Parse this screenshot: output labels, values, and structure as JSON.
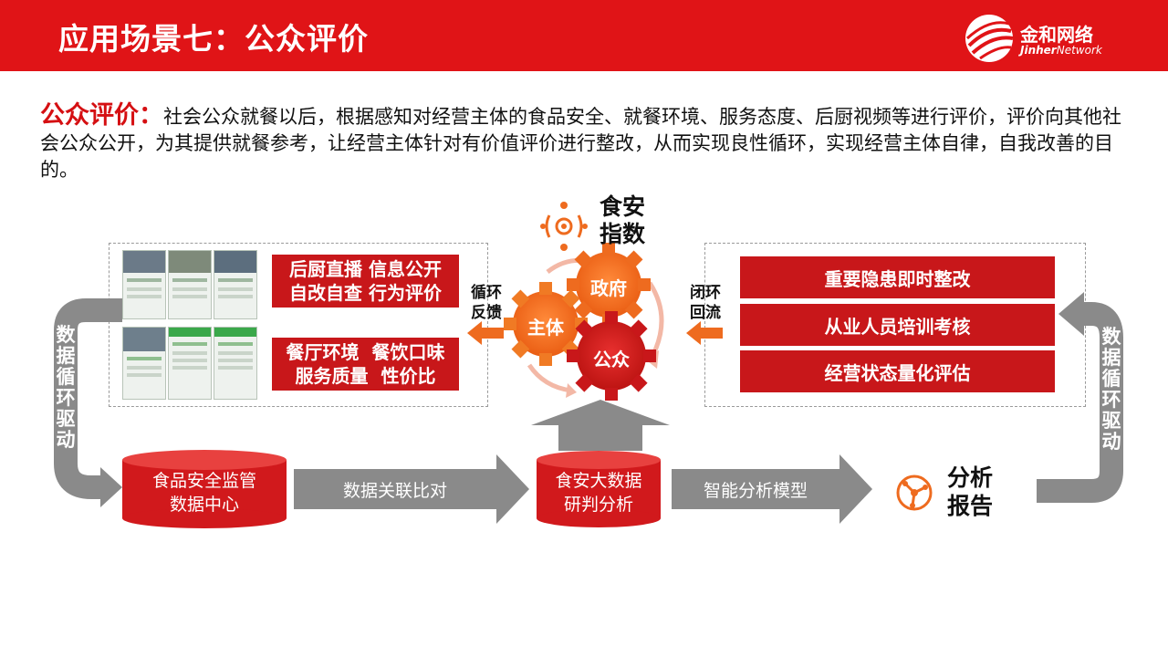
{
  "header": {
    "title": "应用场景七：公众评价"
  },
  "logo": {
    "cn": "金和网络",
    "en_a": "Jinher",
    "en_b": "Network"
  },
  "intro": {
    "term": "公众评价：",
    "text": "社会公众就餐以后，根据感知对经营主体的食品安全、就餐环境、服务态度、后厨视频等进行评价，评价向其他社会公众公开，为其提供就餐参考，让经营主体针对有价值评价进行整改，从而实现良性循环，实现经营主体自律，自我改善的目的。"
  },
  "left_panel": {
    "label1_line1": "后厨直播 信息公开",
    "label1_line2": "自改自查 行为评价",
    "label2_line1": "餐厅环境  餐饮口味",
    "label2_line2": "服务质量  性价比"
  },
  "right_panel": {
    "items": [
      "重要隐患即时整改",
      "从业人员培训考核",
      "经营状态量化评估"
    ]
  },
  "center": {
    "index_line1": "食安",
    "index_line2": "指数",
    "gear_gov": "政府",
    "gear_subject": "主体",
    "gear_public": "公众",
    "left_arrow_line1": "循环",
    "left_arrow_line2": "反馈",
    "right_arrow_line1": "闭环",
    "right_arrow_line2": "回流"
  },
  "side_loops": {
    "left_chars": [
      "数",
      "据",
      "循",
      "环",
      "驱",
      "动"
    ],
    "right_chars": [
      "数",
      "据",
      "循",
      "环",
      "驱",
      "动"
    ]
  },
  "flow": {
    "db1_line1": "食品安全监管",
    "db1_line2": "数据中心",
    "arrow1": "数据关联比对",
    "db2_line1": "食安大数据",
    "db2_line2": "研判分析",
    "arrow2": "智能分析模型",
    "report_line1": "分析",
    "report_line2": "报告"
  },
  "colors": {
    "brand_red": "#e01417",
    "label_red": "#c8171a",
    "gear_orange": "#f06a1a",
    "gear_red": "#d1191c",
    "arrow_grey": "#8a8a8a",
    "accent_orange": "#ee6b1f"
  }
}
